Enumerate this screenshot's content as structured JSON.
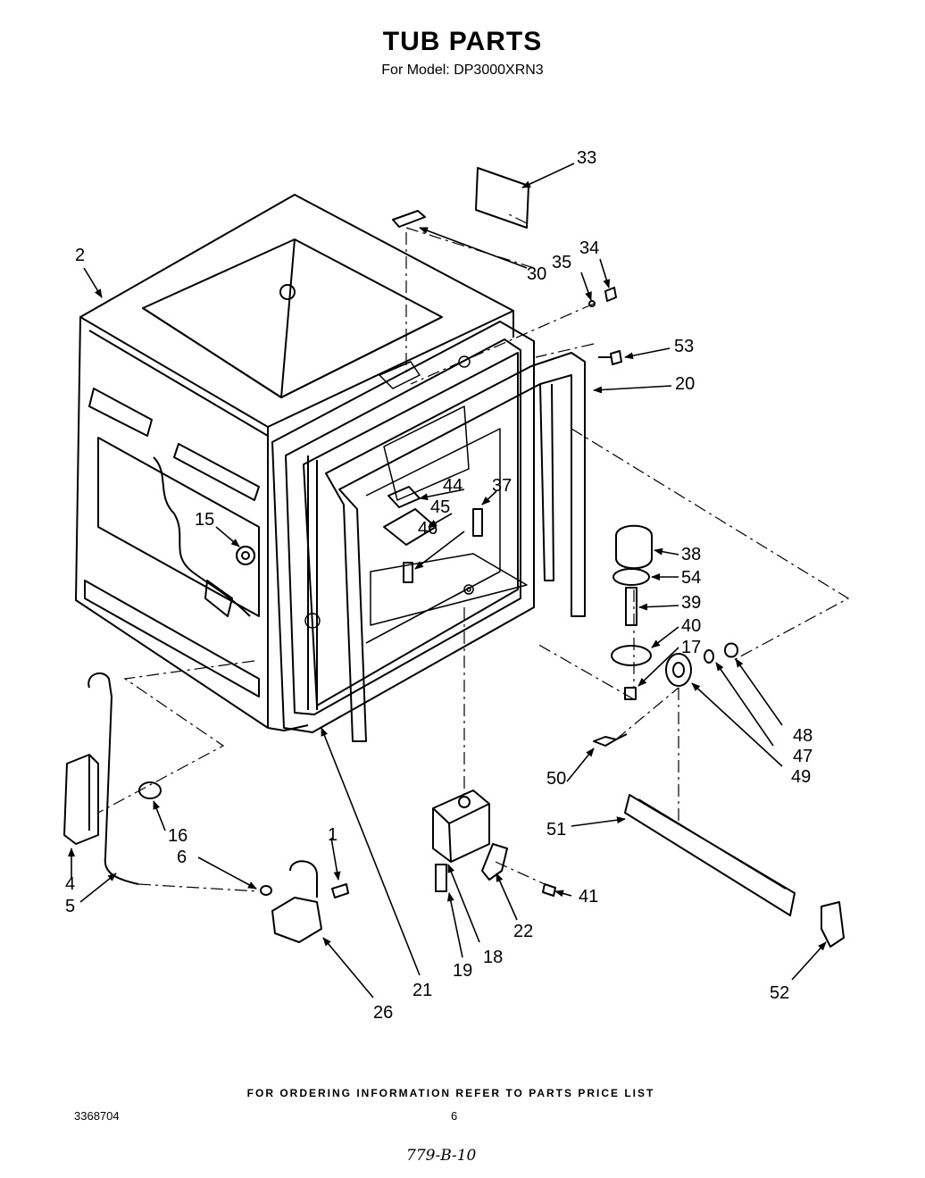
{
  "header": {
    "title": "TUB PARTS",
    "subtitle": "For Model: DP3000XRN3"
  },
  "footer": {
    "ordering_note": "FOR ORDERING INFORMATION REFER TO PARTS PRICE LIST",
    "document_number": "3368704",
    "page_number": "6",
    "handwritten_note": "779-B-10"
  },
  "callouts": {
    "p1": "1",
    "p2": "2",
    "p4": "4",
    "p5": "5",
    "p6": "6",
    "p15": "15",
    "p16": "16",
    "p17": "17",
    "p18": "18",
    "p19": "19",
    "p20": "20",
    "p21": "21",
    "p22": "22",
    "p26": "26",
    "p30": "30",
    "p33": "33",
    "p34": "34",
    "p35": "35",
    "p37": "37",
    "p38": "38",
    "p39": "39",
    "p40": "40",
    "p41": "41",
    "p44": "44",
    "p45": "45",
    "p46": "46",
    "p47": "47",
    "p48": "48",
    "p49": "49",
    "p50": "50",
    "p51": "51",
    "p52": "52",
    "p53": "53",
    "p54": "54"
  }
}
